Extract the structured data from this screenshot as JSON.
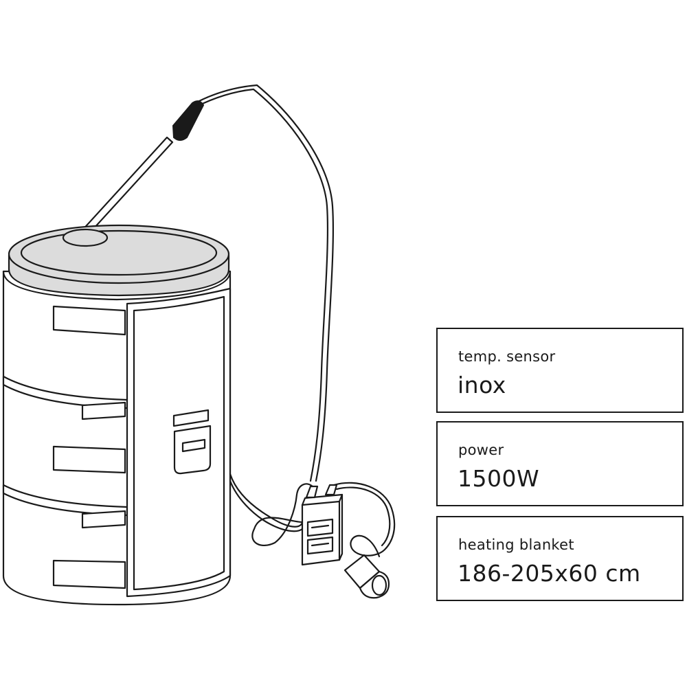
{
  "specs": [
    {
      "label": "temp. sensor",
      "value": "inox"
    },
    {
      "label": "power",
      "value": "1500W"
    },
    {
      "label": "heating blanket",
      "value": "186-205x60 cm"
    }
  ],
  "colors": {
    "line": "#1a1a1a",
    "lid_fill": "#dcdcdc",
    "background": "#ffffff"
  }
}
